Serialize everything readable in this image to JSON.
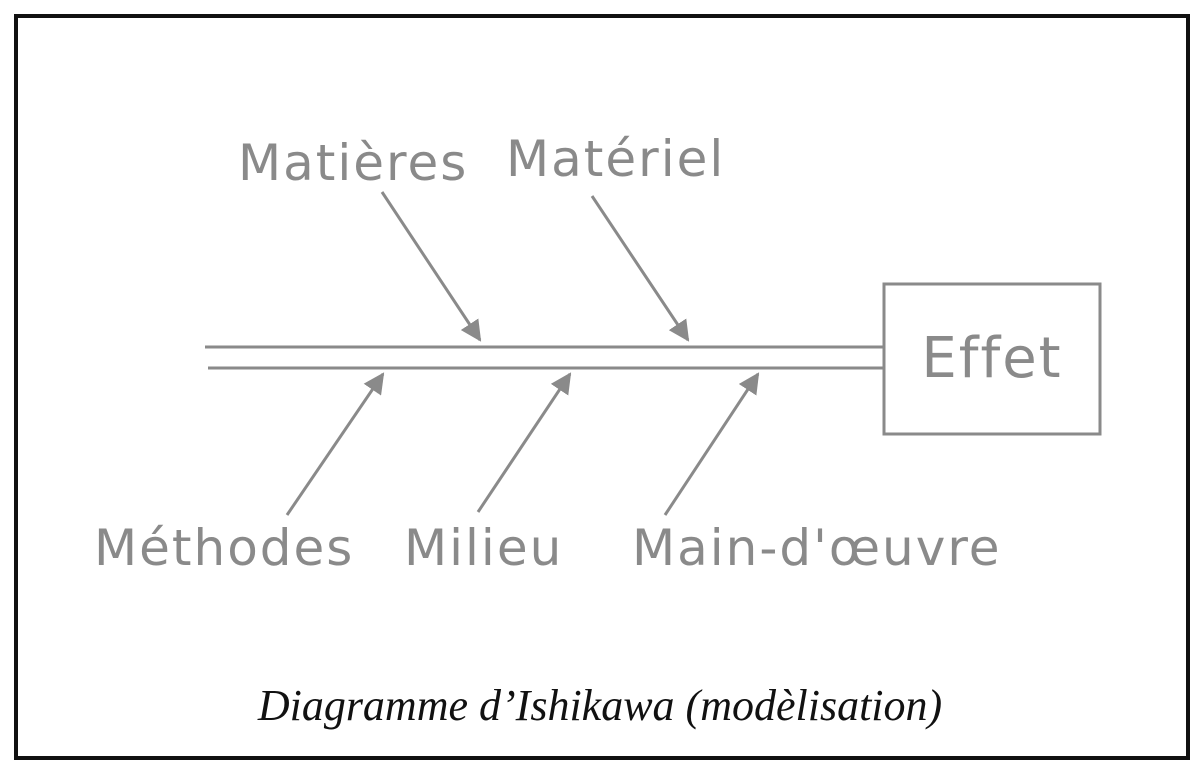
{
  "diagram": {
    "effect": "Effet",
    "causes_top": [
      "Matières",
      "Matériel"
    ],
    "causes_bottom": [
      "Méthodes",
      "Milieu",
      "Main-d'œuvre"
    ],
    "caption": "Diagramme d’Ishikawa (modèlisation)",
    "colors": {
      "pencil": "#8a8a8a",
      "border": "#111111",
      "caption": "#111111"
    }
  }
}
